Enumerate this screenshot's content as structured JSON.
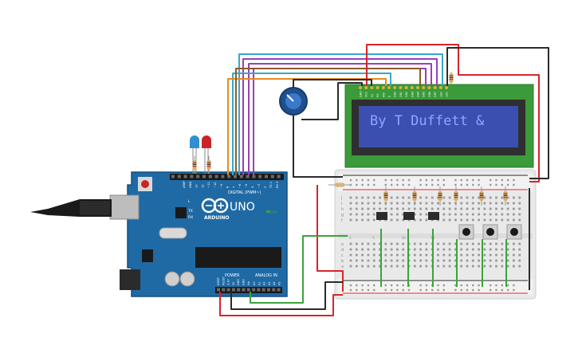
{
  "arduino": {
    "brand": "ARDUINO",
    "model": "UNO",
    "header_digital": "DIGITAL (PWM~)",
    "header_power": "POWER",
    "header_analog": "ANALOG IN",
    "on_label": "ON",
    "tx_label": "TX",
    "rx_label": "RX",
    "l_label": "L",
    "pin_labels_top": [
      "AREF",
      "GND",
      "13",
      "12",
      "~11",
      "~10",
      "~9",
      "8",
      "7",
      "~6",
      "~5",
      "4",
      "~3",
      "2",
      "TX 1",
      "RX 0"
    ],
    "pin_labels_power": [
      "IOREF",
      "RESET",
      "3.3V",
      "5V",
      "GND",
      "GND",
      "Vin"
    ],
    "pin_labels_analog": [
      "A0",
      "A1",
      "A2",
      "A3",
      "A4",
      "A5"
    ]
  },
  "lcd": {
    "line1": "By T Duffett &",
    "line2": "",
    "pin_labels": [
      "GND",
      "VCC",
      "V0",
      "RS",
      "RW",
      "E",
      "DB0",
      "DB1",
      "DB2",
      "DB3",
      "DB4",
      "DB5",
      "DB6",
      "DB7",
      "LED",
      "LED"
    ]
  },
  "breadboard": {
    "row_letters_top": [
      "j",
      "i",
      "h",
      "g",
      "f"
    ],
    "row_letters_bottom": [
      "e",
      "d",
      "c",
      "b",
      "a"
    ],
    "column_numbers": [
      "1",
      "5",
      "10",
      "15",
      "20",
      "25",
      "30"
    ]
  },
  "colors": {
    "board": "#1f6aa5",
    "board_dark": "#174f7d",
    "lcd_frame": "#2f6fa6",
    "lcd_pcb": "#3b9a3a",
    "lcd_screen": "#3b4fb0",
    "lcd_text": "#8ea6ff",
    "wire_red": "#d9232a",
    "wire_black": "#2b2b2b",
    "wire_green": "#3aa43a",
    "wire_orange": "#e88b1e",
    "wire_purple": "#9b3fb5",
    "wire_cyan": "#3aa6c9",
    "wire_brown": "#8a5a2b",
    "led_blue": "#2f8fd0",
    "led_red": "#c8242a"
  }
}
